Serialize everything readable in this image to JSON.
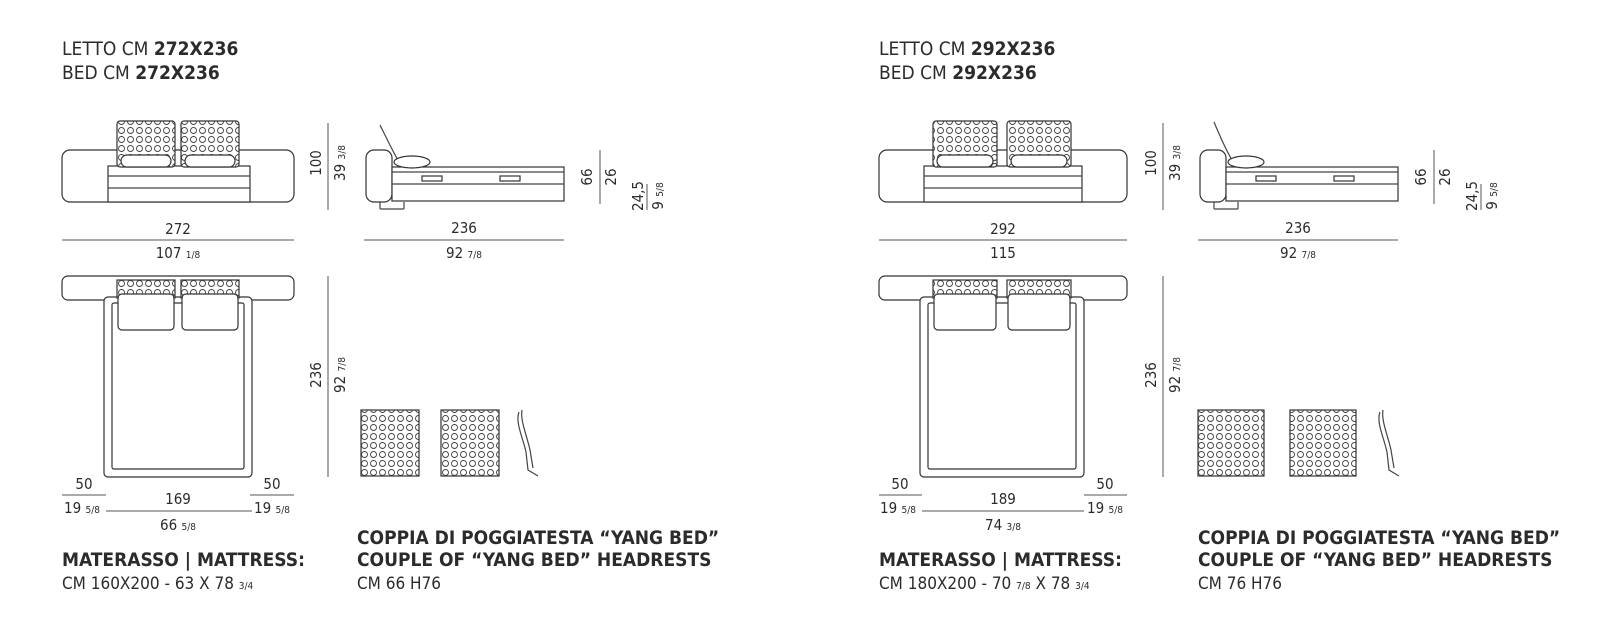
{
  "colors": {
    "line": "#333333",
    "text": "#2b2b2b",
    "background": "#ffffff"
  },
  "panels": [
    {
      "header": {
        "letto_prefix": "LETTO CM ",
        "bed_prefix": "BED CM ",
        "size": "272X236"
      },
      "front_width_cm": "272",
      "front_width_in_whole": "107",
      "front_width_in_frac": "1/8",
      "front_height_cm": "100",
      "front_height_in_whole": "39",
      "front_height_in_frac": "3/8",
      "side_depth_cm": "236",
      "side_depth_in_whole": "92",
      "side_depth_in_frac": "7/8",
      "side_height_cm": "66",
      "side_height_in": "26",
      "side_mattress_cm": "24,5",
      "side_mattress_in_whole": "9",
      "side_mattress_in_frac": "5/8",
      "plan_depth_cm": "236",
      "plan_depth_in_whole": "92",
      "plan_depth_in_frac": "7/8",
      "plan_left_cm": "50",
      "plan_left_in_whole": "19",
      "plan_left_in_frac": "5/8",
      "plan_right_cm": "50",
      "plan_right_in_whole": "19",
      "plan_right_in_frac": "5/8",
      "plan_inner_cm": "169",
      "plan_inner_in_whole": "66",
      "plan_inner_in_frac": "5/8",
      "mattress_title": "MATERASSO | MATTRESS:",
      "mattress_size": "CM 160X200 - 63 X 78",
      "mattress_size_frac": "3/4",
      "headrest_title_it": "COPPIA DI POGGIATESTA “YANG BED”",
      "headrest_title_en": "COUPLE OF “YANG BED” HEADRESTS",
      "headrest_size": "CM 66 H76"
    },
    {
      "header": {
        "letto_prefix": "LETTO CM ",
        "bed_prefix": "BED CM ",
        "size": "292X236"
      },
      "front_width_cm": "292",
      "front_width_in_whole": "115",
      "front_width_in_frac": "",
      "front_height_cm": "100",
      "front_height_in_whole": "39",
      "front_height_in_frac": "3/8",
      "side_depth_cm": "236",
      "side_depth_in_whole": "92",
      "side_depth_in_frac": "7/8",
      "side_height_cm": "66",
      "side_height_in": "26",
      "side_mattress_cm": "24,5",
      "side_mattress_in_whole": "9",
      "side_mattress_in_frac": "5/8",
      "plan_depth_cm": "236",
      "plan_depth_in_whole": "92",
      "plan_depth_in_frac": "7/8",
      "plan_left_cm": "50",
      "plan_left_in_whole": "19",
      "plan_left_in_frac": "5/8",
      "plan_right_cm": "50",
      "plan_right_in_whole": "19",
      "plan_right_in_frac": "5/8",
      "plan_inner_cm": "189",
      "plan_inner_in_whole": "74",
      "plan_inner_in_frac": "3/8",
      "mattress_title": "MATERASSO | MATTRESS:",
      "mattress_size": "CM 180X200 - 70",
      "mattress_size_frac": "7/8",
      "mattress_size_tail": "X 78",
      "mattress_size_tail_frac": "3/4",
      "headrest_title_it": "COPPIA DI POGGIATESTA “YANG BED”",
      "headrest_title_en": "COUPLE OF “YANG BED” HEADRESTS",
      "headrest_size": "CM 76 H76"
    }
  ]
}
